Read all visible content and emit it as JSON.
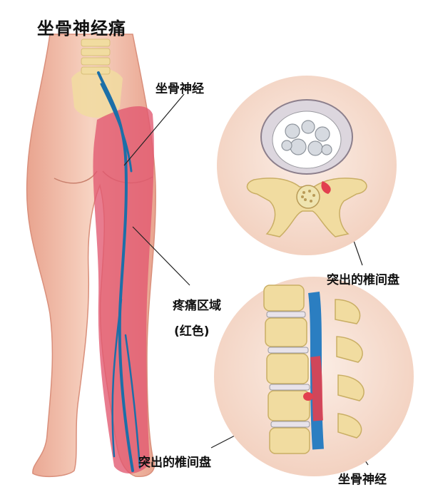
{
  "title": "坐骨神经痛",
  "labels": {
    "nerve_top": "坐骨神经",
    "pain_area_line1": "疼痛区域",
    "pain_area_line2": "(红色)",
    "disc_cross_section": "突出的椎间盘",
    "disc_side": "突出的椎间盘",
    "nerve_bottom": "坐骨神经"
  },
  "colors": {
    "skin": "#f3c2ae",
    "skin_shadow": "#e29a86",
    "pain_red": "#e2576f",
    "nerve_blue": "#1c6fa8",
    "bone": "#f0d98a",
    "circle_bg": "#f7ddd0",
    "disc_red": "#e2404f"
  },
  "icons": [
    "leg-anatomy-illustration",
    "spine-cross-section-illustration",
    "spine-side-view-illustration"
  ]
}
